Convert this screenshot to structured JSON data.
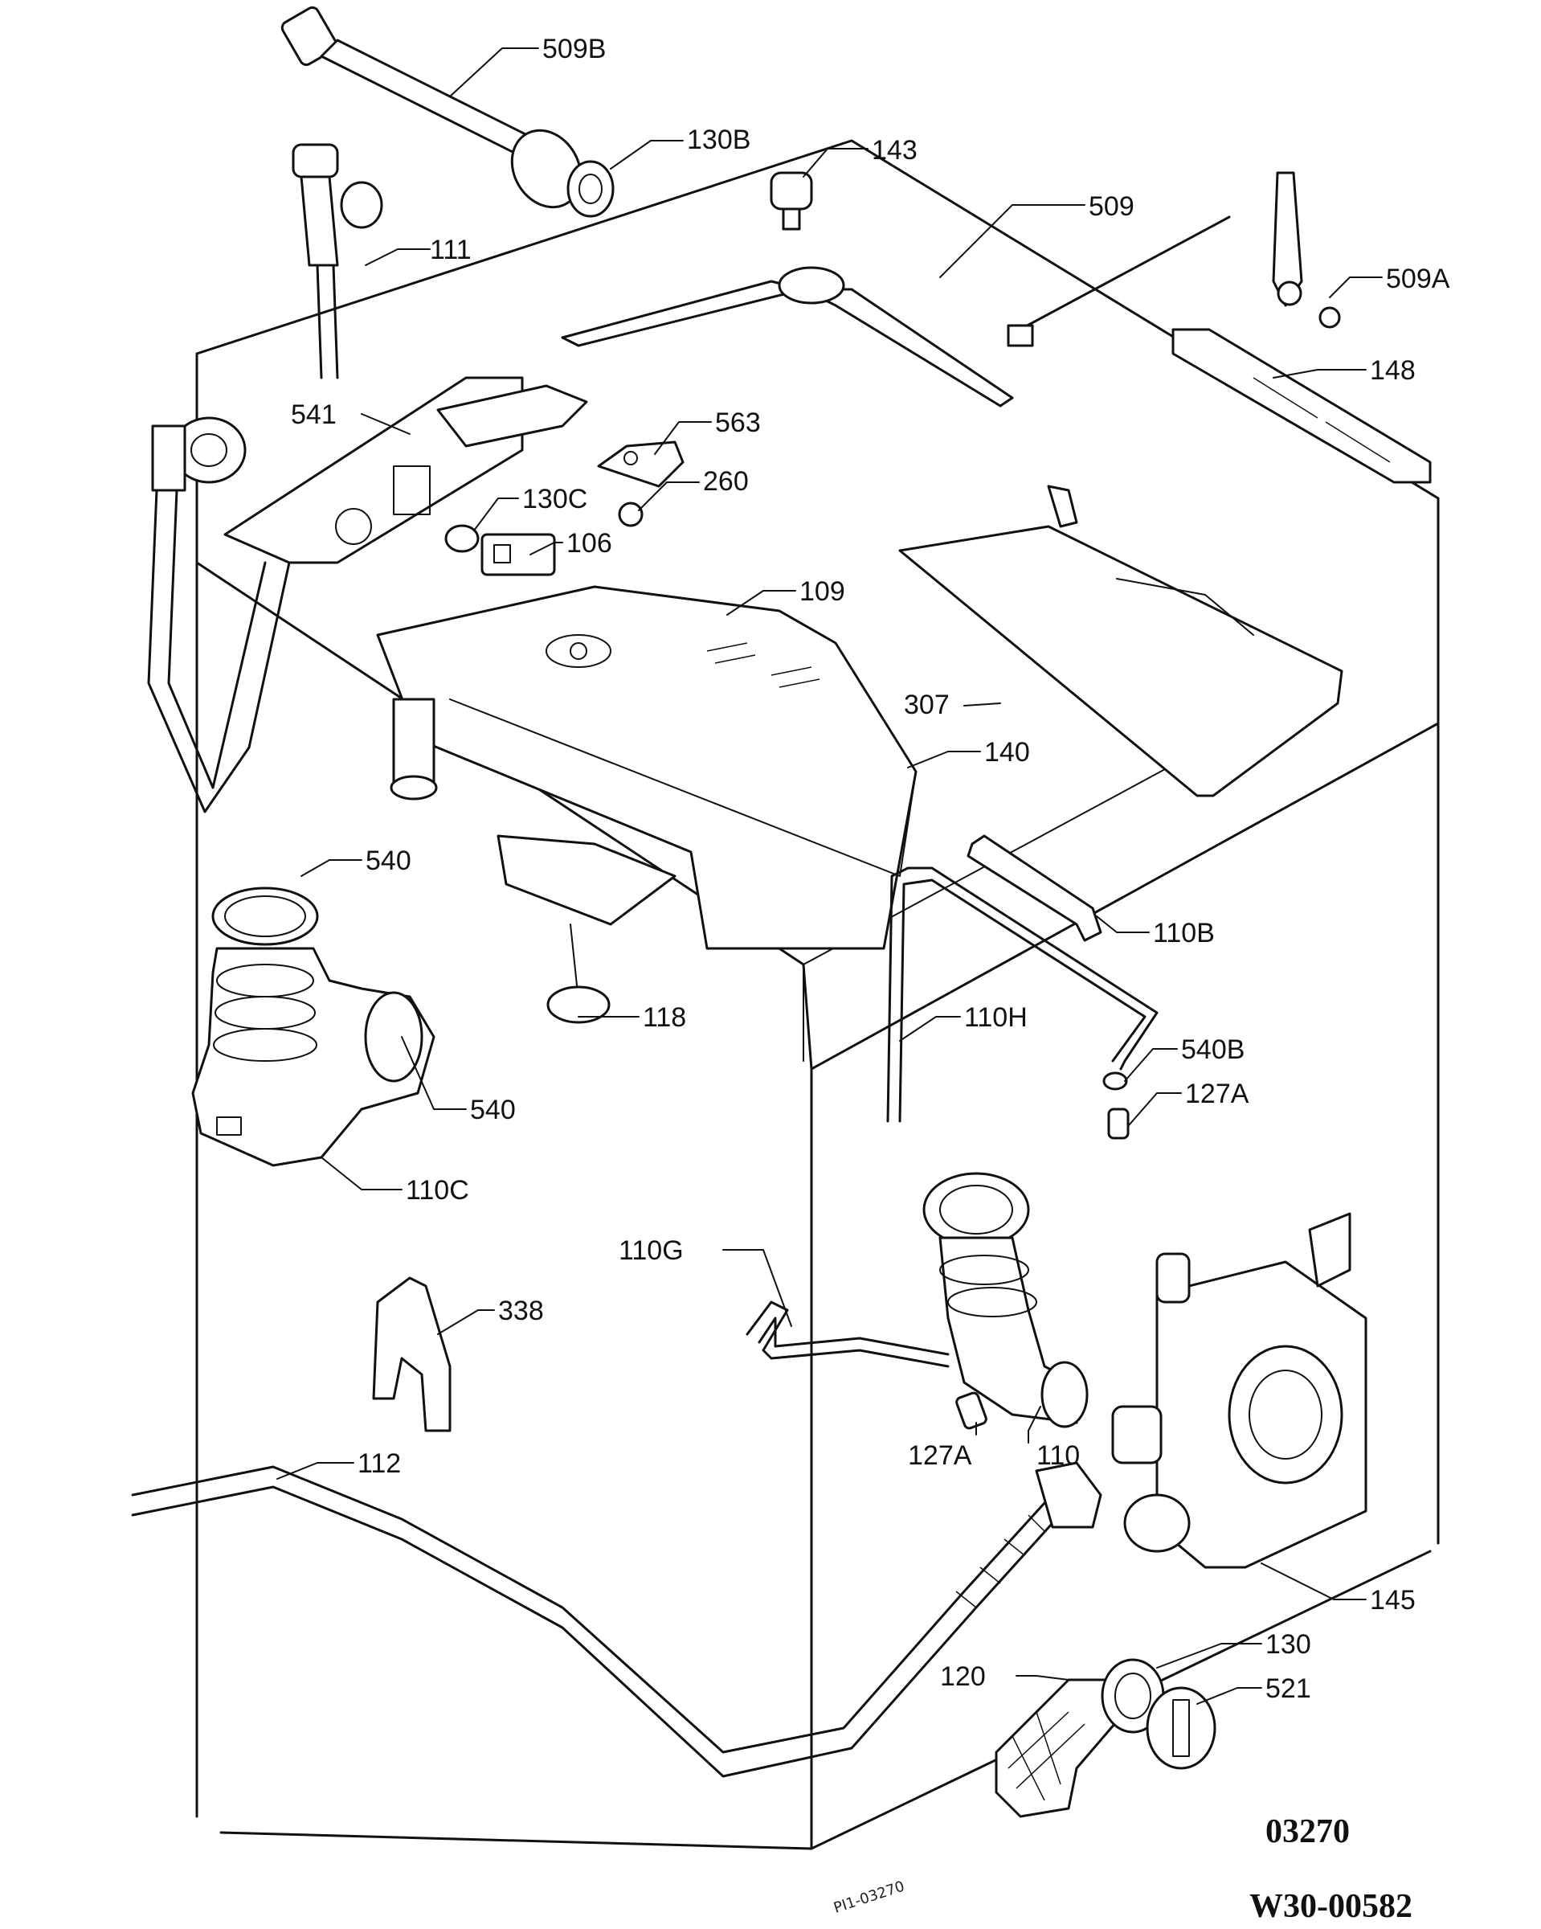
{
  "labels": {
    "p509b": "509B",
    "p130b": "130B",
    "p143": "143",
    "p509": "509",
    "p111": "111",
    "p509a": "509A",
    "p148": "148",
    "p541": "541",
    "p563": "563",
    "p260": "260",
    "p130c": "130C",
    "p106": "106",
    "p109": "109",
    "p307": "307",
    "p140": "140",
    "p540top": "540",
    "p110b": "110B",
    "p118": "118",
    "p110h": "110H",
    "p540b": "540B",
    "p127a_right": "127A",
    "p540mid": "540",
    "p110c": "110C",
    "p110g": "110G",
    "p338": "338",
    "p127a_left": "127A",
    "p110": "110",
    "p112": "112",
    "p145": "145",
    "p130": "130",
    "p120": "120",
    "p521": "521"
  },
  "codes": {
    "drawing_number": "03270",
    "model_code": "W30-00582",
    "stamp": "PI1-03270"
  }
}
